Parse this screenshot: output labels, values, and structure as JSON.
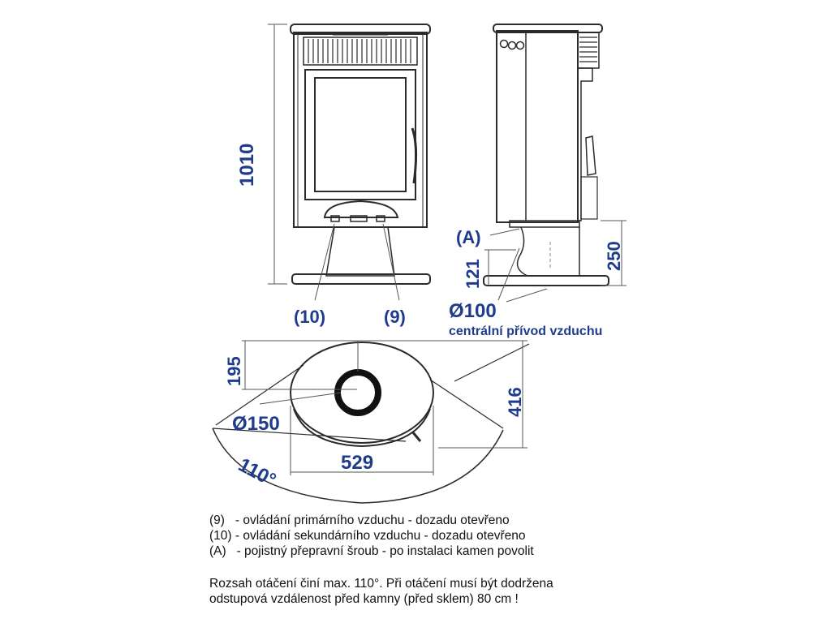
{
  "labels": {
    "height": "1010",
    "part_10": "(10)",
    "part_9": "(9)",
    "part_a": "(A)",
    "dim_121": "121",
    "dim_250": "250",
    "pipe_diameter": "Ø100",
    "pipe_caption": "centrální přívod vzduchu",
    "dim_195": "195",
    "dim_416": "416",
    "flue_diameter": "Ø150",
    "width": "529",
    "rotation": "110°"
  },
  "notes": {
    "legend_9": "(9)   - ovládání primárního vzduchu - dozadu otevřeno",
    "legend_10": "(10) - ovládání sekundárního vzduchu - dozadu otevřeno",
    "legend_a": "(A)   - pojistný přepravní šroub - po instalaci kamen povolit",
    "rotation_line1": "Rozsah otáčení činí max. 110°. Při otáčení musí být dodržena",
    "rotation_line2": "odstupová vzdálenost před kamny (před sklem) 80 cm !"
  }
}
